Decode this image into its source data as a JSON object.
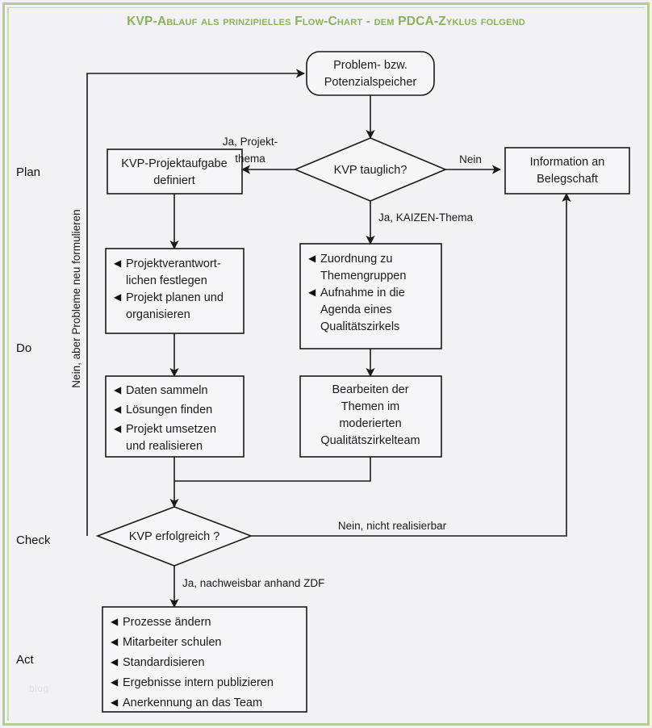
{
  "title": "KVP-Ablauf als prinzipielles Flow-Chart - dem PDCA-Zyklus folgend",
  "colors": {
    "frame_green": "#b5cd8e",
    "title_green": "#8cb25a",
    "background": "#f1f1f6",
    "line": "#1a1a1a"
  },
  "watermark": "blog",
  "phases": [
    {
      "label": "Plan"
    },
    {
      "label": "Do"
    },
    {
      "label": "Check"
    },
    {
      "label": "Act"
    }
  ],
  "nodes": {
    "start": {
      "shape": "rounded-rect",
      "lines": [
        "Problem- bzw.",
        "Potenzialspeicher"
      ]
    },
    "decision_kvp": {
      "shape": "diamond",
      "lines": [
        "KVP tauglich?"
      ]
    },
    "project_task": {
      "shape": "rect",
      "lines": [
        "KVP-Projektaufgabe",
        "definiert"
      ]
    },
    "information": {
      "shape": "rect",
      "lines": [
        "Information an",
        "Belegschaft"
      ]
    },
    "plan_tasks": {
      "shape": "rect",
      "bullets": [
        [
          "Projektverantwort-",
          "lichen festlegen"
        ],
        [
          "Projekt planen und",
          "organisieren"
        ]
      ]
    },
    "kaizen_assign": {
      "shape": "rect",
      "bullets": [
        [
          "Zuordnung zu",
          "Themengruppen"
        ],
        [
          "Aufnahme in die",
          "Agenda eines",
          "Qualitätszirkels"
        ]
      ]
    },
    "do_tasks": {
      "shape": "rect",
      "bullets": [
        [
          "Daten sammeln"
        ],
        [
          "Lösungen finden"
        ],
        [
          "Projekt umsetzen",
          "und realisieren"
        ]
      ]
    },
    "quality_circle": {
      "shape": "rect",
      "lines": [
        "Bearbeiten der",
        "Themen im",
        "moderierten",
        "Qualitätszirkelteam"
      ]
    },
    "decision_success": {
      "shape": "diamond",
      "lines": [
        "KVP erfolgreich ?"
      ]
    },
    "act_tasks": {
      "shape": "rect",
      "bullets": [
        [
          "Prozesse ändern"
        ],
        [
          "Mitarbeiter schulen"
        ],
        [
          "Standardisieren"
        ],
        [
          "Ergebnisse intern publizieren"
        ],
        [
          "Anerkennung an das Team"
        ]
      ]
    }
  },
  "edge_labels": {
    "ja_projektthema": [
      "Ja, Projekt-",
      "thema"
    ],
    "nein": "Nein",
    "ja_kaizen": "Ja, KAIZEN-Thema",
    "nein_nicht_realisierbar": "Nein, nicht realisierbar",
    "ja_nachweisbar": "Ja, nachweisbar anhand ZDF",
    "feedback_loop": "Nein, aber Probleme neu formulieren"
  }
}
